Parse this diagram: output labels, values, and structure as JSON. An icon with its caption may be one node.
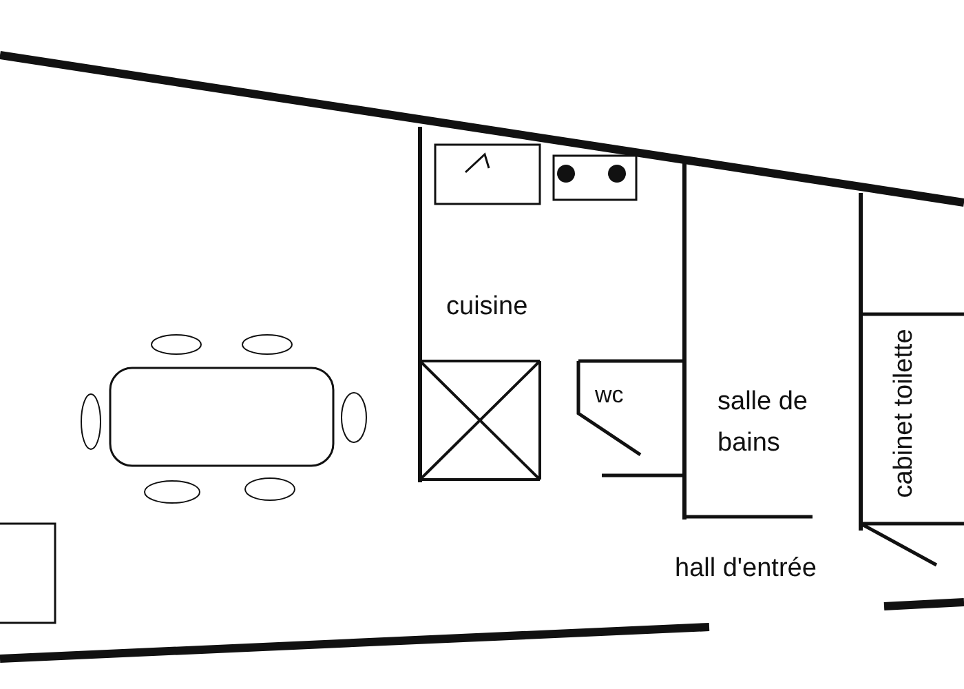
{
  "diagram": {
    "labels": [
      "cuisine",
      "wc",
      "salle de bains",
      "cabinet toilette",
      "hall d'entrée"
    ]
  }
}
